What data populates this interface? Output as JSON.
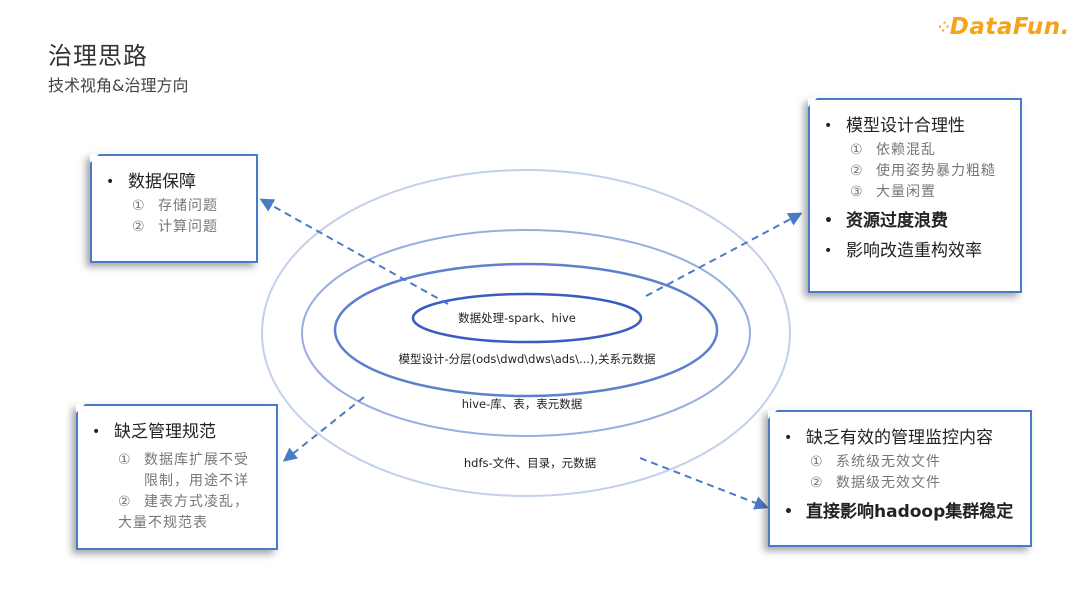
{
  "header": {
    "title": "治理思路",
    "subtitle": "技术视角&治理方向"
  },
  "logo": {
    "text": "DataFun.",
    "color": "#f5a31a"
  },
  "rings": {
    "inner": "数据处理-spark、hive",
    "second": "模型设计-分层(ods\\dwd\\dws\\ads\\...),关系元数据",
    "third": "hive-库、表，表元数据",
    "outer": "hdfs-文件、目录，元数据"
  },
  "notes": {
    "data_guarantee": {
      "title": "数据保障",
      "items": [
        "存储问题",
        "计算问题"
      ],
      "nums": [
        "①",
        "②"
      ]
    },
    "model_design": {
      "title": "模型设计合理性",
      "items": [
        "依赖混乱",
        "使用姿势暴力粗糙",
        "大量闲置"
      ],
      "nums": [
        "①",
        "②",
        "③"
      ],
      "extra1": "资源过度浪费",
      "extra2": "影响改造重构效率"
    },
    "management_norms": {
      "title": "缺乏管理规范",
      "item1_line1": "数据库扩展不受",
      "item1_line2": "限制，用途不详",
      "item2_line1": "建表方式凌乱，",
      "item2_line2": "大量不规范表",
      "nums": [
        "①",
        "②"
      ]
    },
    "monitoring": {
      "title": "缺乏有效的管理监控内容",
      "items": [
        "系统级无效文件",
        "数据级无效文件"
      ],
      "nums": [
        "①",
        "②"
      ],
      "extra": "直接影响hadoop集群稳定"
    }
  },
  "colors": {
    "accent": "#4a7bc8",
    "ring_inner": "#3b5fc0",
    "ring_mid": "#6e8fd4",
    "ring_outer": "#b9c9ea"
  }
}
